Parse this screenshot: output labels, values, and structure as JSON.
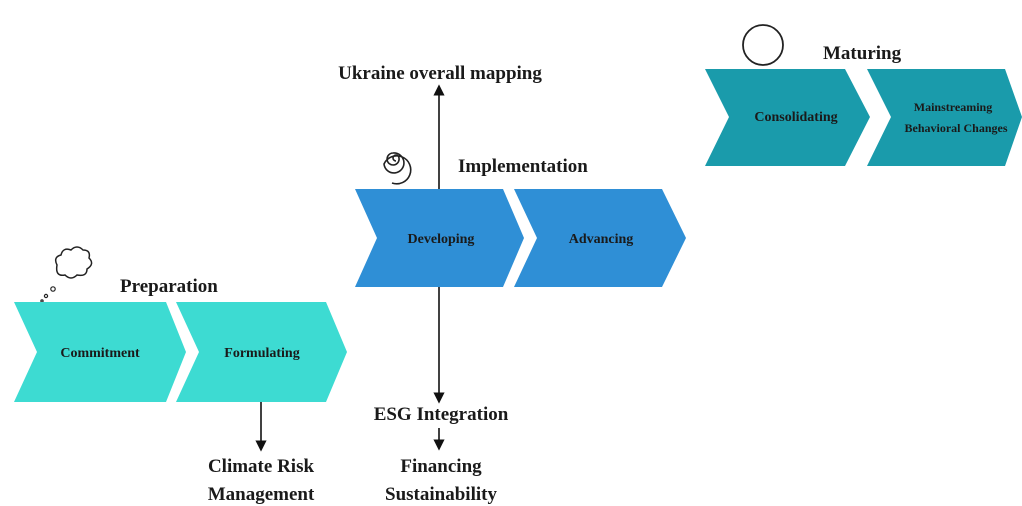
{
  "stages": {
    "maturing": {
      "title": "Maturing",
      "steps": [
        "Consolidating",
        "Mainstreaming",
        "Behavioral Changes"
      ],
      "color": "#1a9bab"
    },
    "implementation": {
      "title": "Implementation",
      "steps": [
        "Developing",
        "Advancing"
      ],
      "color": "#2f8fd6"
    },
    "preparation": {
      "title": "Preparation",
      "steps": [
        "Commitment",
        "Formulating"
      ],
      "color": "#3ddbd2"
    }
  },
  "annotations": {
    "ukraine_mapping": "Ukraine overall mapping",
    "esg_integration": "ESG Integration",
    "financing_line1": "Financing",
    "financing_line2": "Sustainability",
    "climate_line1": "Climate Risk",
    "climate_line2": "Management"
  },
  "icons": {
    "maturing": "circle-icon",
    "implementation": "spiral-icon",
    "preparation": "thought-cloud-icon"
  }
}
